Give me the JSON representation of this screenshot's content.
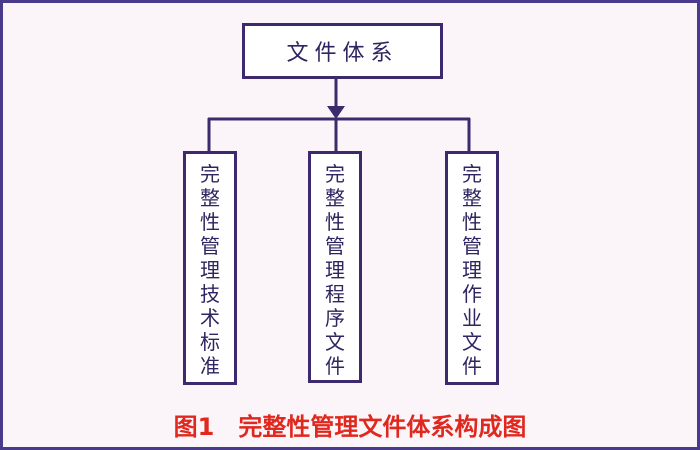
{
  "diagram": {
    "root": {
      "label": "文件体系"
    },
    "children": [
      {
        "label": "完整性管理技术标准"
      },
      {
        "label": "完整性管理程序文件"
      },
      {
        "label": "完整性管理作业文件"
      }
    ],
    "caption": "图1　完整性管理文件体系构成图",
    "colors": {
      "border": "#3d2a6e",
      "frame": "#4a3a8c",
      "text": "#2f2560",
      "caption": "#e0281e",
      "background": "#fbf5f9"
    }
  }
}
